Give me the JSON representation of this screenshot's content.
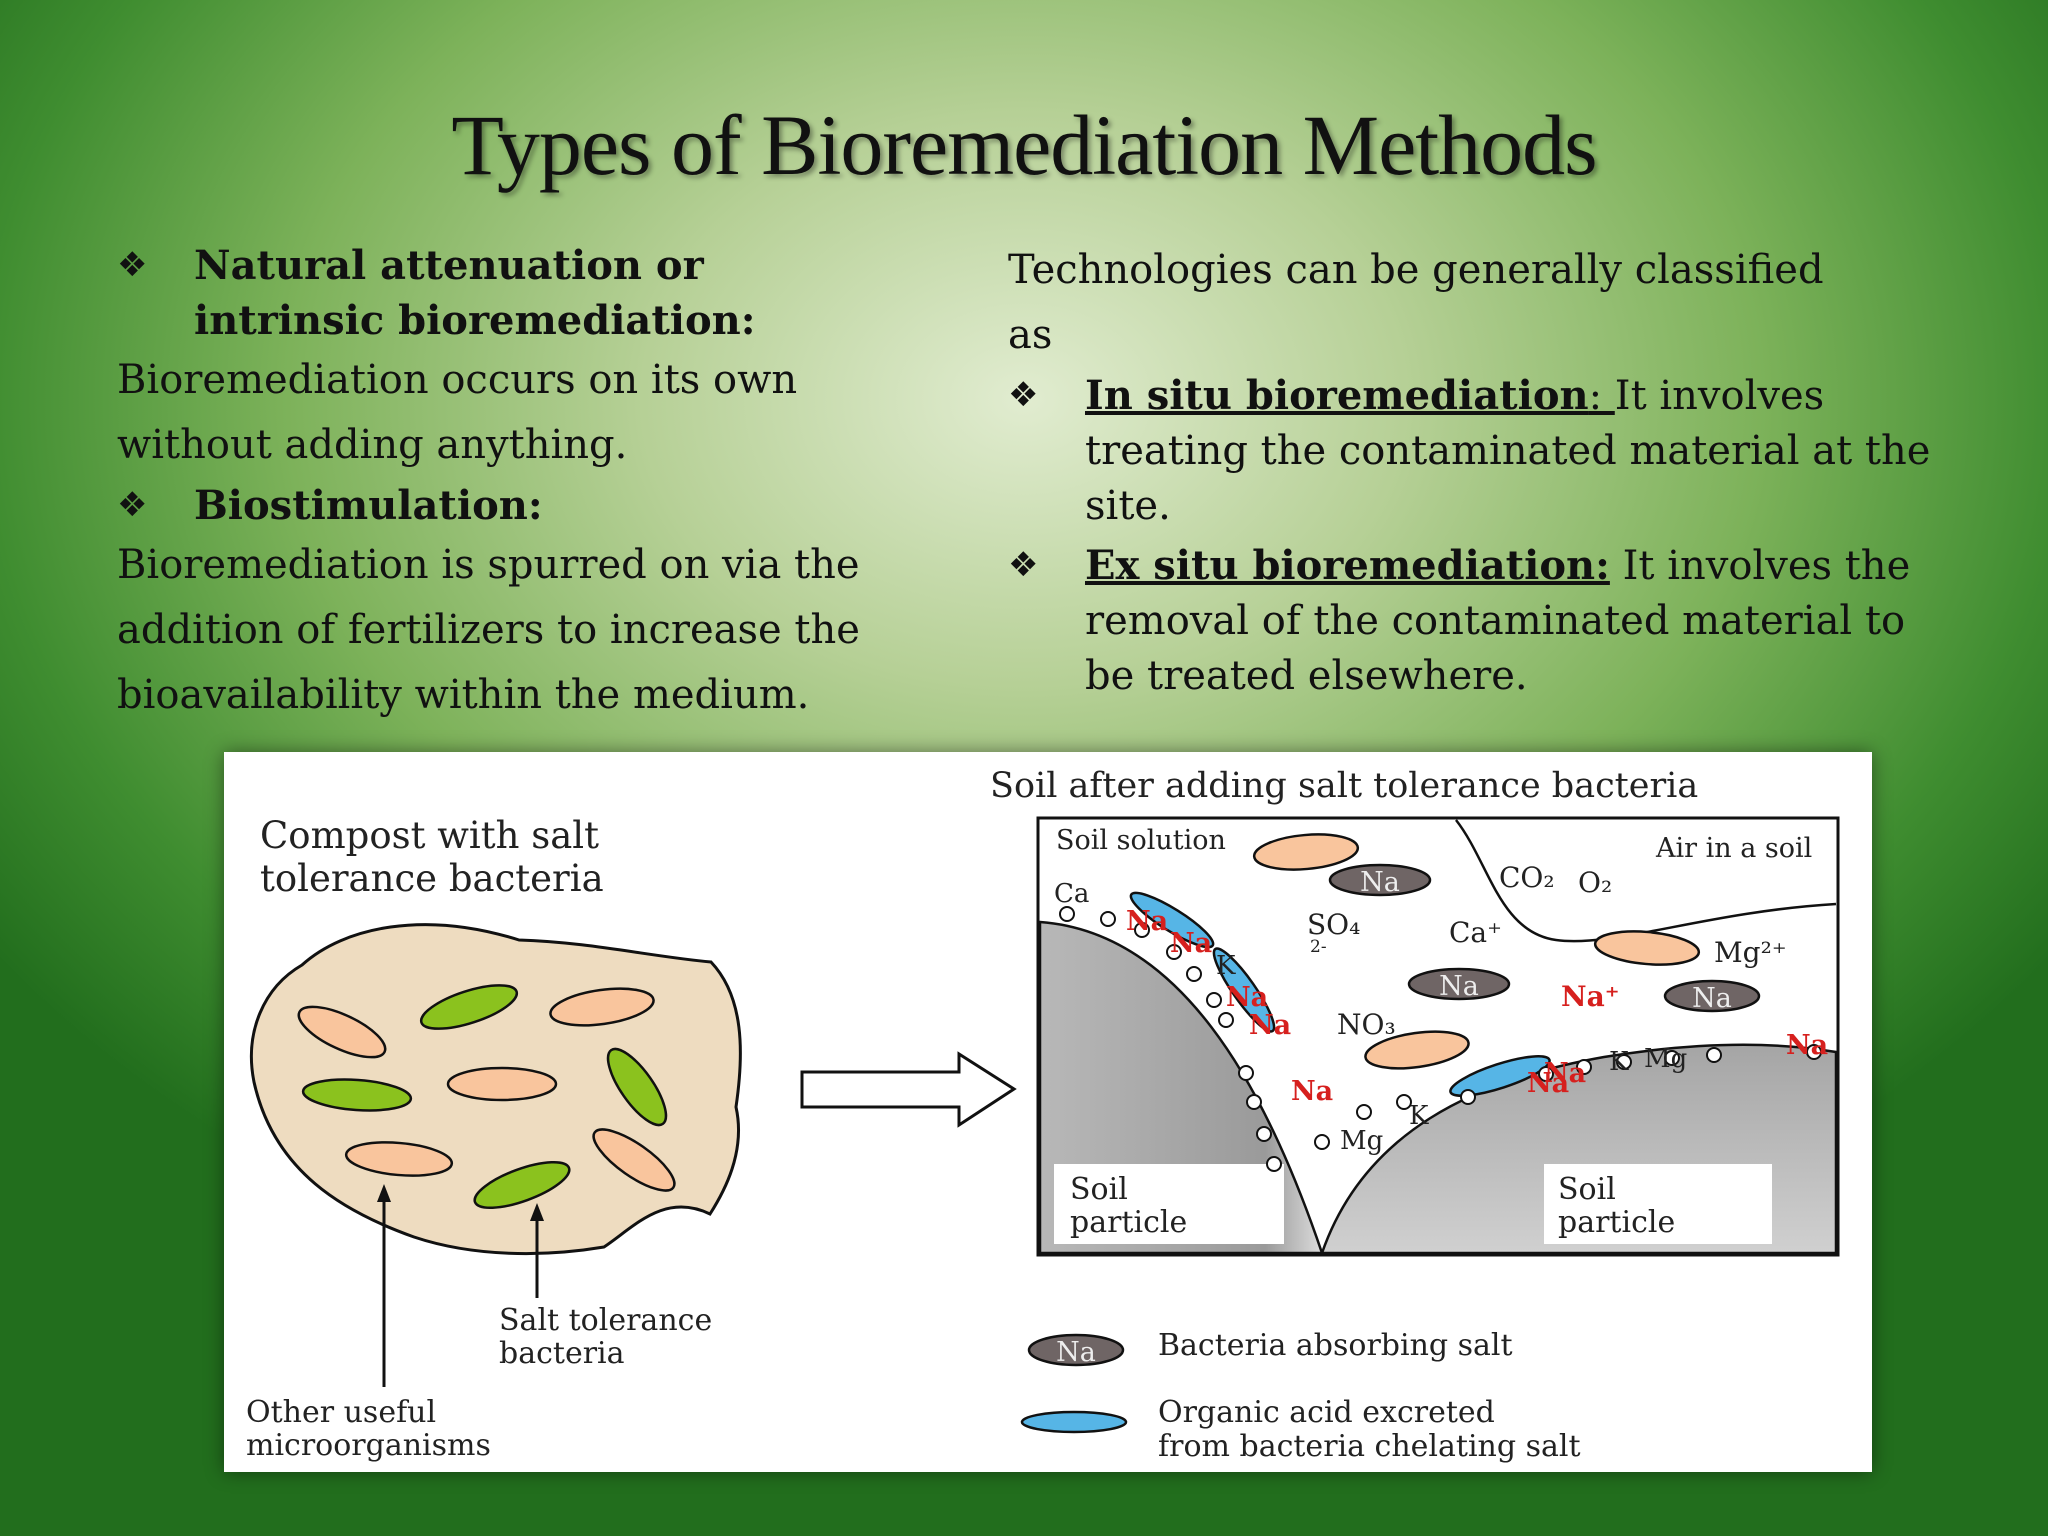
{
  "title": "Types of Bioremediation Methods",
  "left_column": {
    "heading1_line1": "Natural attenuation or",
    "heading1_line2": "intrinsic bioremediation:",
    "text1_line1": "Bioremediation occurs on its own",
    "text1_line2": "without adding anything.",
    "heading2": "Biostimulation:",
    "text2_line1": "Bioremediation is spurred on via the",
    "text2_line2": "addition of fertilizers to increase the",
    "text2_line3": "bioavailability within the medium."
  },
  "right_column": {
    "intro_line1": "Technologies can be generally classified",
    "intro_line2": "as",
    "insitu_term": "In situ bioremediation",
    "insitu_colon": ": ",
    "insitu_line1": "It involves",
    "insitu_line2": "treating the contaminated material at the",
    "insitu_line3": "site.",
    "exsitu_term": "Ex situ bioremediation:",
    "exsitu_line1": " It involves the",
    "exsitu_line2": "removal of the contaminated material to",
    "exsitu_line3": "be treated elsewhere."
  },
  "bullet_symbol": "❖",
  "diagram": {
    "compost_title_line1": "Compost with salt",
    "compost_title_line2": "tolerance bacteria",
    "soil_title": "Soil after adding salt tolerance bacteria",
    "soil_solution": "Soil solution",
    "air_in_soil": "Air in a soil",
    "co2": "CO₂",
    "o2": "O₂",
    "so4": "SO₄",
    "so4_charge": "2-",
    "ca_plus": "Ca⁺",
    "ca_cut": "Ca",
    "mg2": "Mg²⁺",
    "na_plus": "Na⁺",
    "na": "Na",
    "k": "K",
    "mg": "Mg",
    "no3": "NO₃",
    "soil_particle_line1": "Soil",
    "soil_particle_line2": "particle",
    "salt_bact_line1": "Salt tolerance",
    "salt_bact_line2": "bacteria",
    "other_micro_line1": "Other useful",
    "other_micro_line2": "microorganisms",
    "legend_na": "Bacteria absorbing salt",
    "legend_acid_line1": "Organic acid excreted",
    "legend_acid_line2": "from bacteria chelating salt"
  },
  "colors": {
    "peach": "#f9c59d",
    "green_bacteria": "#8bc21e",
    "blue_acid": "#56b5e6",
    "na_gray": "#6f6565",
    "na_red": "#d6201e",
    "compost": "#eedcc0"
  }
}
